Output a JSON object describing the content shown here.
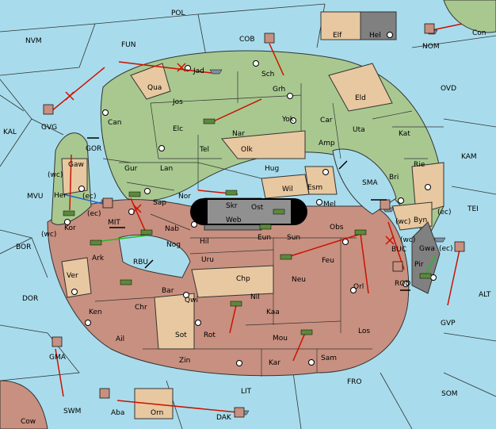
{
  "map": {
    "sea_regions": [
      "POL",
      "NVM",
      "FUN",
      "COB",
      "NOM",
      "Con",
      "OVD",
      "KAL",
      "GVG",
      "KAM",
      "MVU",
      "GOR",
      "MIT",
      "SMA",
      "TEI",
      "BOR",
      "RBU",
      "DOR",
      "ALT",
      "GVP",
      "GMA",
      "SWM",
      "LIT",
      "FRO",
      "SOM",
      "DAK",
      "BUC",
      "ROD",
      "Cow"
    ],
    "inner_labels": [
      "Jad",
      "Sch",
      "Qua",
      "Jos",
      "Can",
      "Grh",
      "Eld",
      "Elc",
      "Yok",
      "Car",
      "Uta",
      "Kat",
      "Nar",
      "Gur",
      "Tel",
      "Olk",
      "Amp",
      "Lan",
      "Hug",
      "Rie",
      "Gaw",
      "Her",
      "Kor",
      "Nor",
      "Skr",
      "Ost",
      "Wil",
      "Esm",
      "Bri",
      "Sap",
      "Web",
      "Mel",
      "Byn",
      "Nab",
      "Eun",
      "Obs",
      "Hil",
      "Sun",
      "Gwa",
      "Ark",
      "Nog",
      "Uru",
      "Feu",
      "Pir",
      "Chp",
      "Neu",
      "Ver",
      "Bar",
      "Orl",
      "Qwi",
      "Nil",
      "Ken",
      "Chr",
      "Kaa",
      "Sot",
      "Rot",
      "Los",
      "Ail",
      "Mou",
      "Zin",
      "Kar",
      "Sam",
      "Elf",
      "Hel",
      "Aba",
      "Orn"
    ],
    "coast_marks": [
      "(wc)",
      "(ec)",
      "(ec)",
      "(wc)",
      "(wc)",
      "(ec)",
      "(wc)",
      "(ec)"
    ],
    "colors": {
      "sea": "#a8dcec",
      "green_power": "#a8c890",
      "red_power": "#c89080",
      "neutral": "#e8c8a0",
      "dark": "#808080",
      "order_line": "#cc1100",
      "support_line": "#22bb22",
      "convoy_line": "#2266cc"
    },
    "icons": [
      "tank-icon",
      "ship-icon",
      "supply-center-icon",
      "bidirectional-arrow-icon",
      "cross-icon"
    ]
  }
}
